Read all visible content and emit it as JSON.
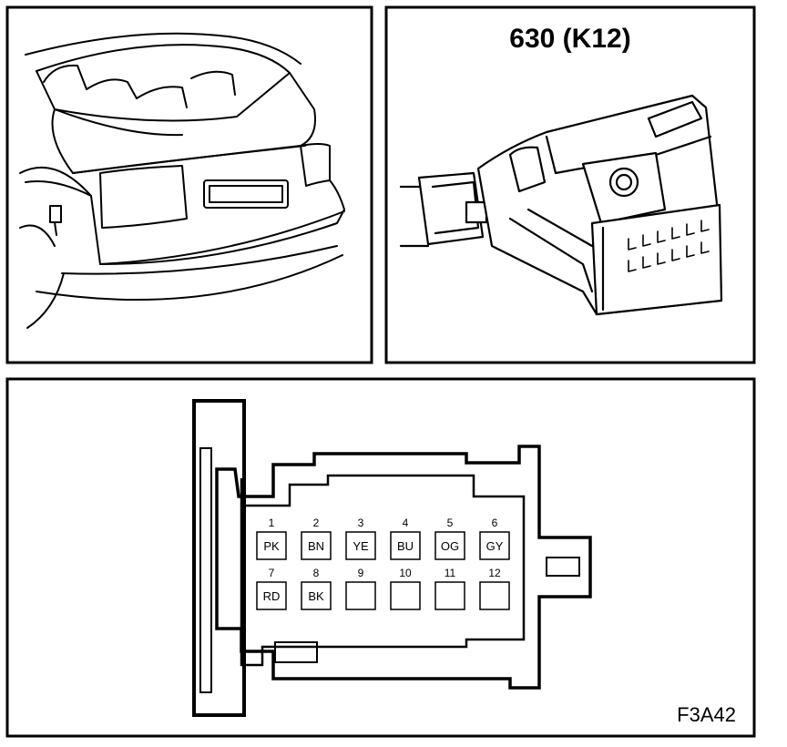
{
  "connector_title": "630 (K12)",
  "figure_code": "F3A42",
  "pins": [
    {
      "number": "1",
      "code": "PK"
    },
    {
      "number": "2",
      "code": "BN"
    },
    {
      "number": "3",
      "code": "YE"
    },
    {
      "number": "4",
      "code": "BU"
    },
    {
      "number": "5",
      "code": "OG"
    },
    {
      "number": "6",
      "code": "GY"
    },
    {
      "number": "7",
      "code": "RD"
    },
    {
      "number": "8",
      "code": "BK"
    },
    {
      "number": "9",
      "code": ""
    },
    {
      "number": "10",
      "code": ""
    },
    {
      "number": "11",
      "code": ""
    },
    {
      "number": "12",
      "code": ""
    }
  ]
}
